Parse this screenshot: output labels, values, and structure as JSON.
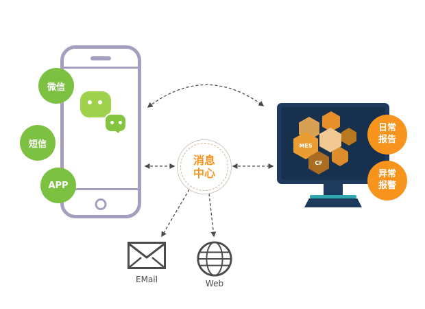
{
  "diagram": {
    "phone_channels": [
      {
        "id": "wechat",
        "label": "微信"
      },
      {
        "id": "sms",
        "label": "短信"
      },
      {
        "id": "app",
        "label": "APP"
      }
    ],
    "hub": {
      "line1": "消息",
      "line2": "中心"
    },
    "monitor": {
      "hexagons": [
        {
          "label": ""
        },
        {
          "label": ""
        },
        {
          "label": "MES"
        },
        {
          "label": ""
        },
        {
          "label": "CF"
        },
        {
          "label": ""
        },
        {
          "label": ""
        }
      ]
    },
    "report_badges": [
      {
        "id": "daily",
        "line1": "日常",
        "line2": "报告"
      },
      {
        "id": "alarm",
        "line1": "异常",
        "line2": "报警"
      }
    ],
    "bottom_channels": [
      {
        "id": "email",
        "label": "EMail"
      },
      {
        "id": "web",
        "label": "Web"
      }
    ],
    "colors": {
      "channel_green": "#7cc142",
      "badge_orange": "#f7941e",
      "monitor_navy": "#1e3a5c",
      "teal_accent": "#2ea7ae",
      "icon_gray": "#4a4a4c"
    }
  }
}
